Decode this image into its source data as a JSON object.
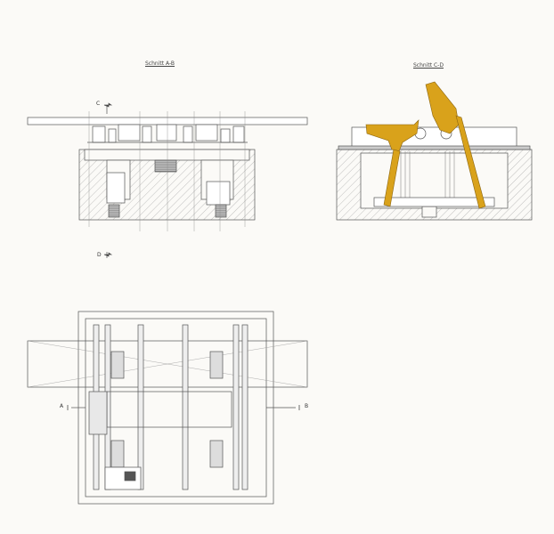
{
  "sections": {
    "ab_title": "Schnitt A-B",
    "cd_title": "Schnitt C-D"
  },
  "markers": {
    "a": "A",
    "b": "B",
    "c": "C",
    "d": "D"
  },
  "colors": {
    "line": "#555555",
    "accent": "#d9a21b",
    "paper": "#fbfaf7"
  }
}
